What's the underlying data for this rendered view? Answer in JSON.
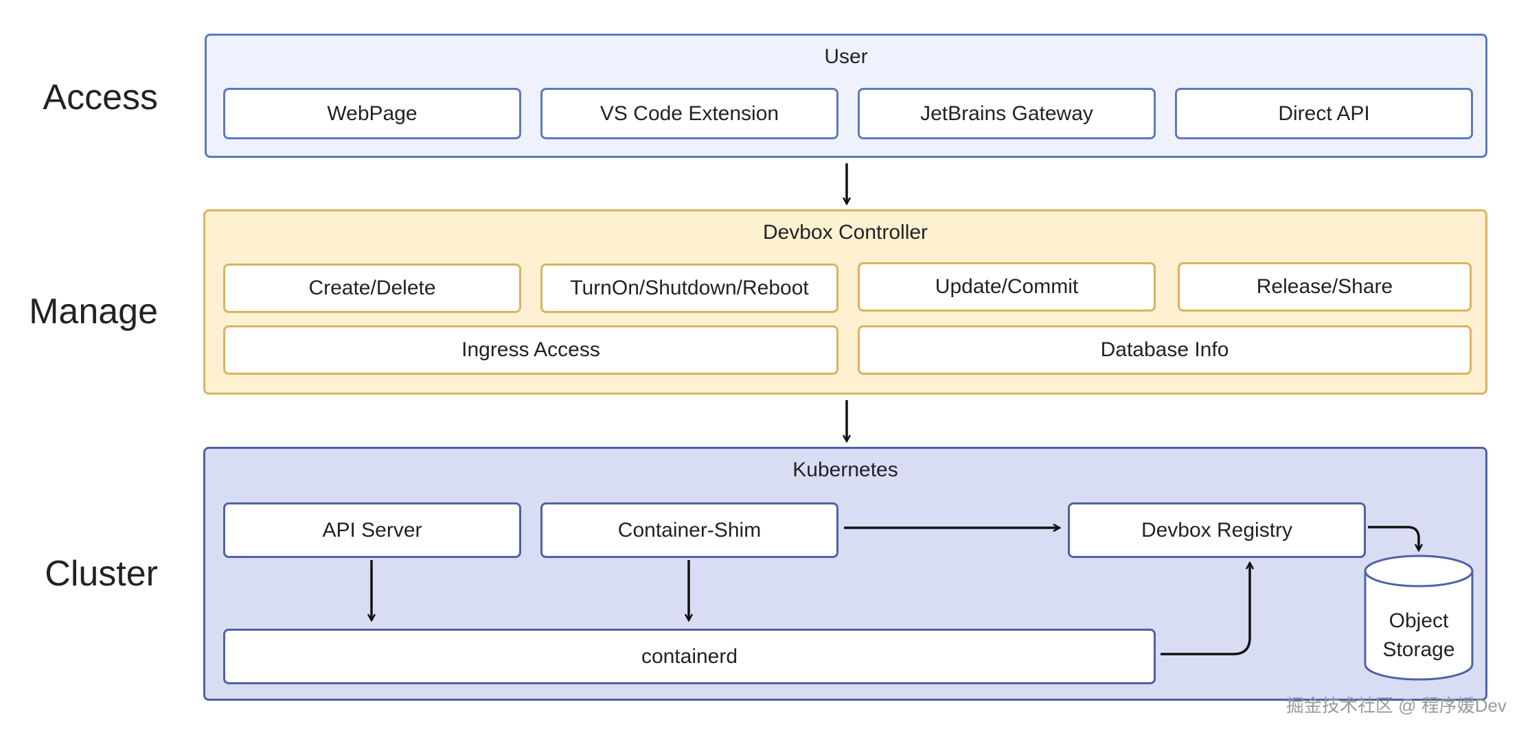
{
  "layers": {
    "access_label": "Access",
    "manage_label": "Manage",
    "cluster_label": "Cluster"
  },
  "access": {
    "title": "User",
    "items": [
      "WebPage",
      "VS Code Extension",
      "JetBrains Gateway",
      "Direct API"
    ]
  },
  "manage": {
    "title": "Devbox Controller",
    "row1": [
      "Create/Delete",
      "TurnOn/Shutdown/Reboot",
      "Update/Commit",
      "Release/Share"
    ],
    "row2": [
      "Ingress Access",
      "Database Info"
    ]
  },
  "cluster": {
    "title": "Kubernetes",
    "api_server": "API Server",
    "container_shim": "Container-Shim",
    "devbox_registry": "Devbox Registry",
    "containerd": "containerd",
    "object_storage_line1": "Object",
    "object_storage_line2": "Storage"
  },
  "watermark": "掘金技术社区 @ 程序媛Dev",
  "colors": {
    "access_fill": "#eff2fd",
    "access_border": "#5b79be",
    "manage_fill": "#fdf1d1",
    "manage_border": "#d8b45c",
    "cluster_fill": "#d9ddf3",
    "cluster_border": "#4f61a5"
  }
}
